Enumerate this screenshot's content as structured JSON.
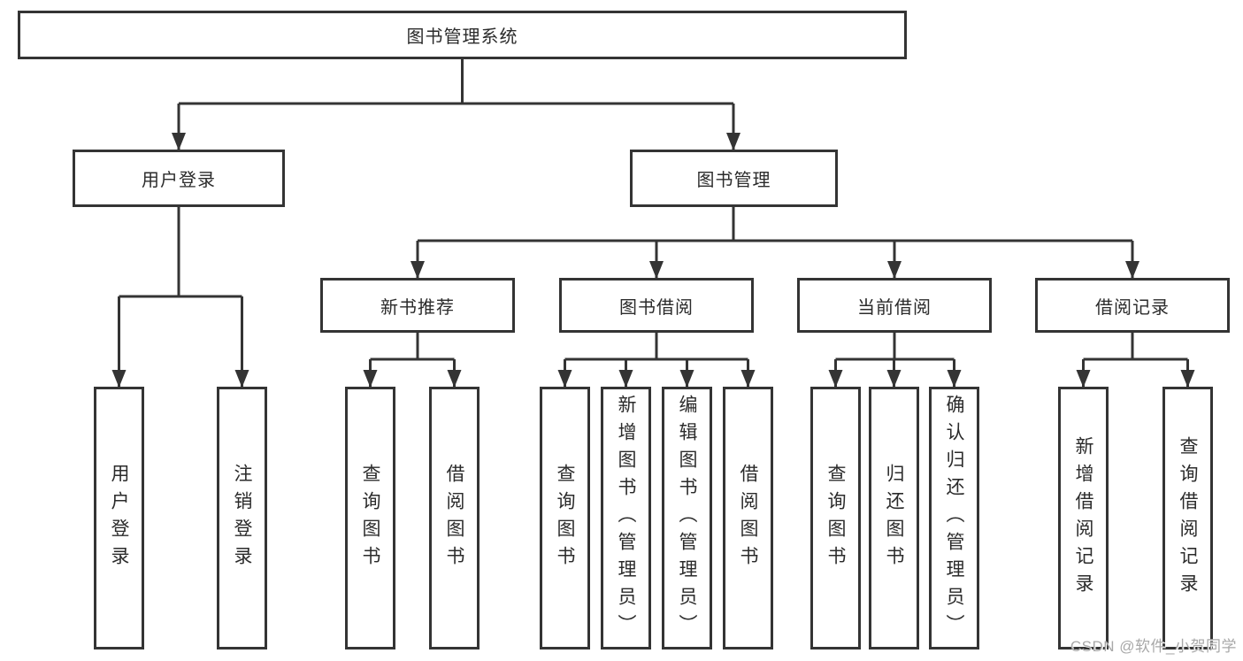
{
  "colors": {
    "line": "#343434",
    "node_text": "#2b2b2b",
    "node_background": "#ffffff",
    "watermark_text": "#a8a8a8"
  },
  "tree": {
    "label": "图书管理系统",
    "children": [
      {
        "label": "用户登录",
        "children": [
          {
            "label": "用户登录"
          },
          {
            "label": "注销登录"
          }
        ]
      },
      {
        "label": "图书管理",
        "children": [
          {
            "label": "新书推荐",
            "children": [
              {
                "label": "查询图书"
              },
              {
                "label": "借阅图书"
              }
            ]
          },
          {
            "label": "图书借阅",
            "children": [
              {
                "label": "查询图书"
              },
              {
                "label": "新增图书（管理员）"
              },
              {
                "label": "编辑图书（管理员）"
              },
              {
                "label": "借阅图书"
              }
            ]
          },
          {
            "label": "当前借阅",
            "children": [
              {
                "label": "查询图书"
              },
              {
                "label": "归还图书"
              },
              {
                "label": "确认归还（管理员）"
              }
            ]
          },
          {
            "label": "借阅记录",
            "children": [
              {
                "label": "新增借阅记录"
              },
              {
                "label": "查询借阅记录"
              }
            ]
          }
        ]
      }
    ]
  },
  "watermark": {
    "text": "CSDN @软件_小贺同学"
  }
}
